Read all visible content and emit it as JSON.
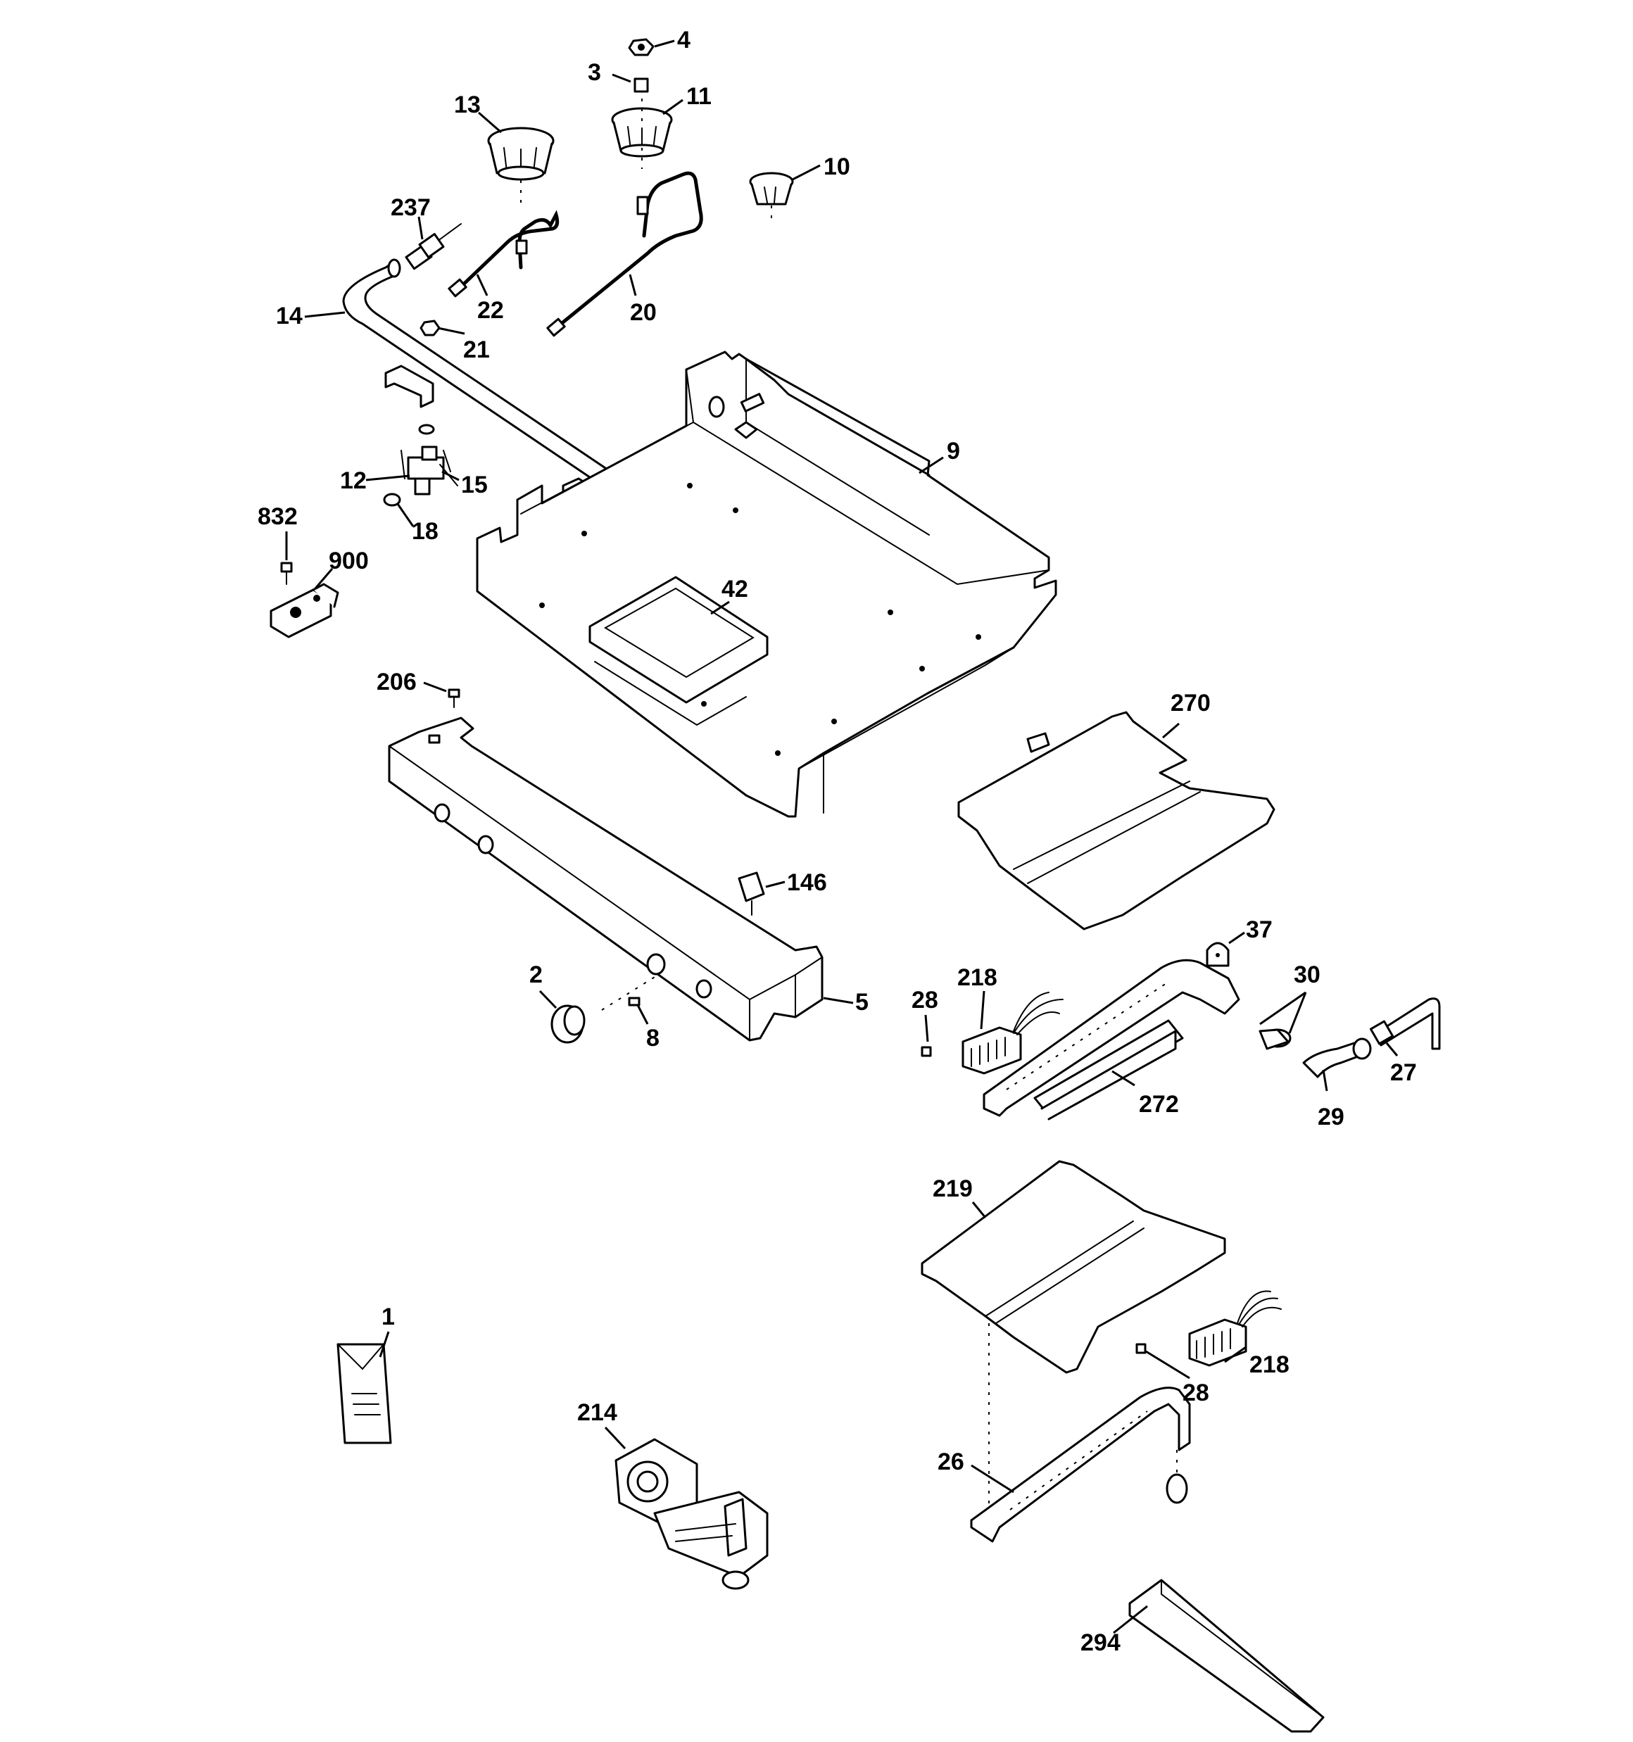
{
  "callouts": [
    {
      "id": "c-4",
      "text": "4"
    },
    {
      "id": "c-3",
      "text": "3"
    },
    {
      "id": "c-13",
      "text": "13"
    },
    {
      "id": "c-11",
      "text": "11"
    },
    {
      "id": "c-10",
      "text": "10"
    },
    {
      "id": "c-237",
      "text": "237"
    },
    {
      "id": "c-22",
      "text": "22"
    },
    {
      "id": "c-20",
      "text": "20"
    },
    {
      "id": "c-14",
      "text": "14"
    },
    {
      "id": "c-21",
      "text": "21"
    },
    {
      "id": "c-9",
      "text": "9"
    },
    {
      "id": "c-12",
      "text": "12"
    },
    {
      "id": "c-15",
      "text": "15"
    },
    {
      "id": "c-18",
      "text": "18"
    },
    {
      "id": "c-832",
      "text": "832"
    },
    {
      "id": "c-900",
      "text": "900"
    },
    {
      "id": "c-42",
      "text": "42"
    },
    {
      "id": "c-206",
      "text": "206"
    },
    {
      "id": "c-270",
      "text": "270"
    },
    {
      "id": "c-146",
      "text": "146"
    },
    {
      "id": "c-37",
      "text": "37"
    },
    {
      "id": "c-2",
      "text": "2"
    },
    {
      "id": "c-218a",
      "text": "218"
    },
    {
      "id": "c-30",
      "text": "30"
    },
    {
      "id": "c-5",
      "text": "5"
    },
    {
      "id": "c-28a",
      "text": "28"
    },
    {
      "id": "c-8",
      "text": "8"
    },
    {
      "id": "c-27",
      "text": "27"
    },
    {
      "id": "c-272",
      "text": "272"
    },
    {
      "id": "c-29",
      "text": "29"
    },
    {
      "id": "c-219",
      "text": "219"
    },
    {
      "id": "c-1",
      "text": "1"
    },
    {
      "id": "c-218b",
      "text": "218"
    },
    {
      "id": "c-28b",
      "text": "28"
    },
    {
      "id": "c-214",
      "text": "214"
    },
    {
      "id": "c-26",
      "text": "26"
    },
    {
      "id": "c-294",
      "text": "294"
    }
  ]
}
